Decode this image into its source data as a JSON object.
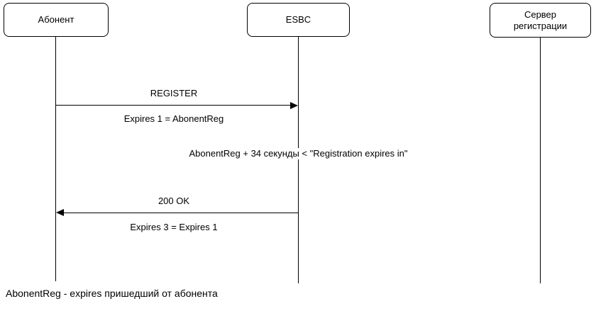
{
  "diagram": {
    "type": "sequence-diagram",
    "colors": {
      "background": "#ffffff",
      "stroke": "#000000",
      "text": "#000000"
    },
    "participants": [
      {
        "id": "abonent",
        "label": "Абонент"
      },
      {
        "id": "esbc",
        "label": "ESBC"
      },
      {
        "id": "registration-server",
        "label": "Сервер регистрации"
      }
    ],
    "messages": [
      {
        "label": "REGISTER",
        "sublabel": "Expires 1 = AbonentReg",
        "from": "Абонент",
        "to": "ESBC",
        "direction": "right"
      },
      {
        "label": "200 OK",
        "sublabel": "Expires 3 = Expires 1",
        "from": "ESBC",
        "to": "Абонент",
        "direction": "left"
      }
    ],
    "annotation": "AbonentReg + 34 секунды < \"Registration expires in\"",
    "footnote": "AbonentReg - expires пришедший от абонента"
  }
}
